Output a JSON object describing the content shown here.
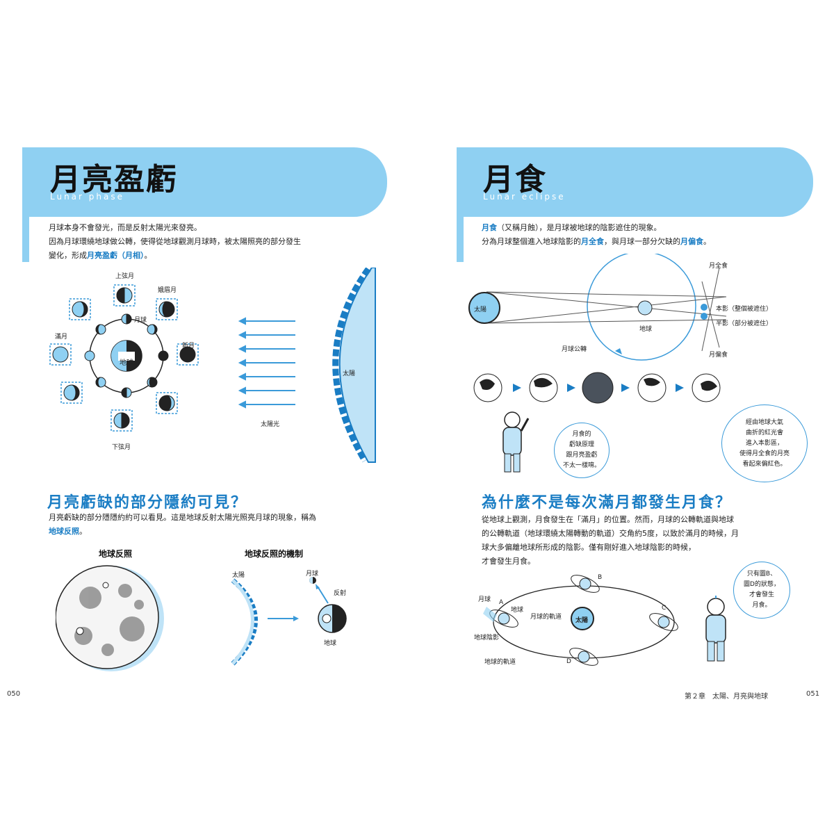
{
  "left": {
    "title": "月亮盈虧",
    "subtitle": "Lunar phase",
    "intro": {
      "line1": "月球本身不會發光，而是反射太陽光來發亮。",
      "line2": "因為月球環繞地球做公轉，使得從地球觀測月球時，被太陽照亮的部分發生",
      "line3_a": "變化，形成",
      "line3_hl": "月亮盈虧（月相）",
      "line3_b": "。"
    },
    "diagram_labels": {
      "first_quarter": "上弦月",
      "waxing_crescent": "娥眉月",
      "full_moon": "滿月",
      "new_moon": "新月",
      "last_quarter": "下弦月",
      "moon": "月球",
      "earth": "地球",
      "sunlight": "太陽光",
      "sun": "太陽"
    },
    "section": {
      "heading": "月亮虧缺的部分隱約可見？",
      "line1": "月亮虧缺的部分隱隱約約可以看見。這是地球反射太陽光照亮月球的現象，稱為",
      "line2_hl": "地球反照",
      "line2_b": "。"
    },
    "earthshine_title": "地球反照",
    "mechanism_title": "地球反照的機制",
    "mechanism_labels": {
      "sun": "太陽",
      "moon": "月球",
      "reflect": "反射",
      "earth": "地球"
    },
    "page_number": "050"
  },
  "right": {
    "title": "月食",
    "subtitle": "Lunar eclipse",
    "intro": {
      "l1_hl": "月食",
      "l1_b": "（又稱月蝕），是月球被地球的陰影遮住的現象。",
      "l2_a": "分為月球整個進入地球陰影的",
      "l2_hl1": "月全食",
      "l2_b": "，與月球一部分欠缺的",
      "l2_hl2": "月偏食",
      "l2_c": "。"
    },
    "diagram_labels": {
      "sun": "太陽",
      "total": "月全食",
      "umbra": "本影（整個被遮住）",
      "penumbra": "半影（部分被遮住）",
      "earth": "地球",
      "revolution": "月球公轉",
      "partial": "月偏食"
    },
    "bubble1": {
      "l1": "月食的",
      "l2": "虧缺原理",
      "l3": "跟月亮盈虧",
      "l4": "不太一樣唷。"
    },
    "bubble2": {
      "l1": "經由地球大氣",
      "l2": "曲折的紅光會",
      "l3": "進入本影區，",
      "l4": "使得月全食的月亮",
      "l5": "看起來偏紅色。"
    },
    "section": {
      "heading": "為什麼不是每次滿月都發生月食？",
      "line1": "從地球上觀測，月食發生在「滿月」的位置。然而，月球的公轉軌道與地球",
      "line2": "的公轉軌道（地球環繞太陽轉動的軌道）交角約5度，以致於滿月的時候，月",
      "line3": "球大多偏離地球所形成的陰影。僅有剛好進入地球陰影的時候，",
      "line4": "才會發生月食。"
    },
    "orbit_labels": {
      "moon": "月球",
      "a": "A",
      "earth": "地球",
      "moon_orbit": "月球的軌道",
      "earth_shadow": "地球陰影",
      "earth_orbit": "地球的軌道",
      "sun": "太陽",
      "b": "B",
      "c": "C",
      "d": "D"
    },
    "bubble3": {
      "l1": "只有圖B、",
      "l2": "圖D的狀態，",
      "l3": "才會發生",
      "l4": "月食。"
    },
    "chapter": "第２章　太陽、月亮與地球",
    "page_number": "051"
  },
  "colors": {
    "banner": "#8fd0f2",
    "accent": "#1a7dc4",
    "light": "#bfe3f7"
  }
}
